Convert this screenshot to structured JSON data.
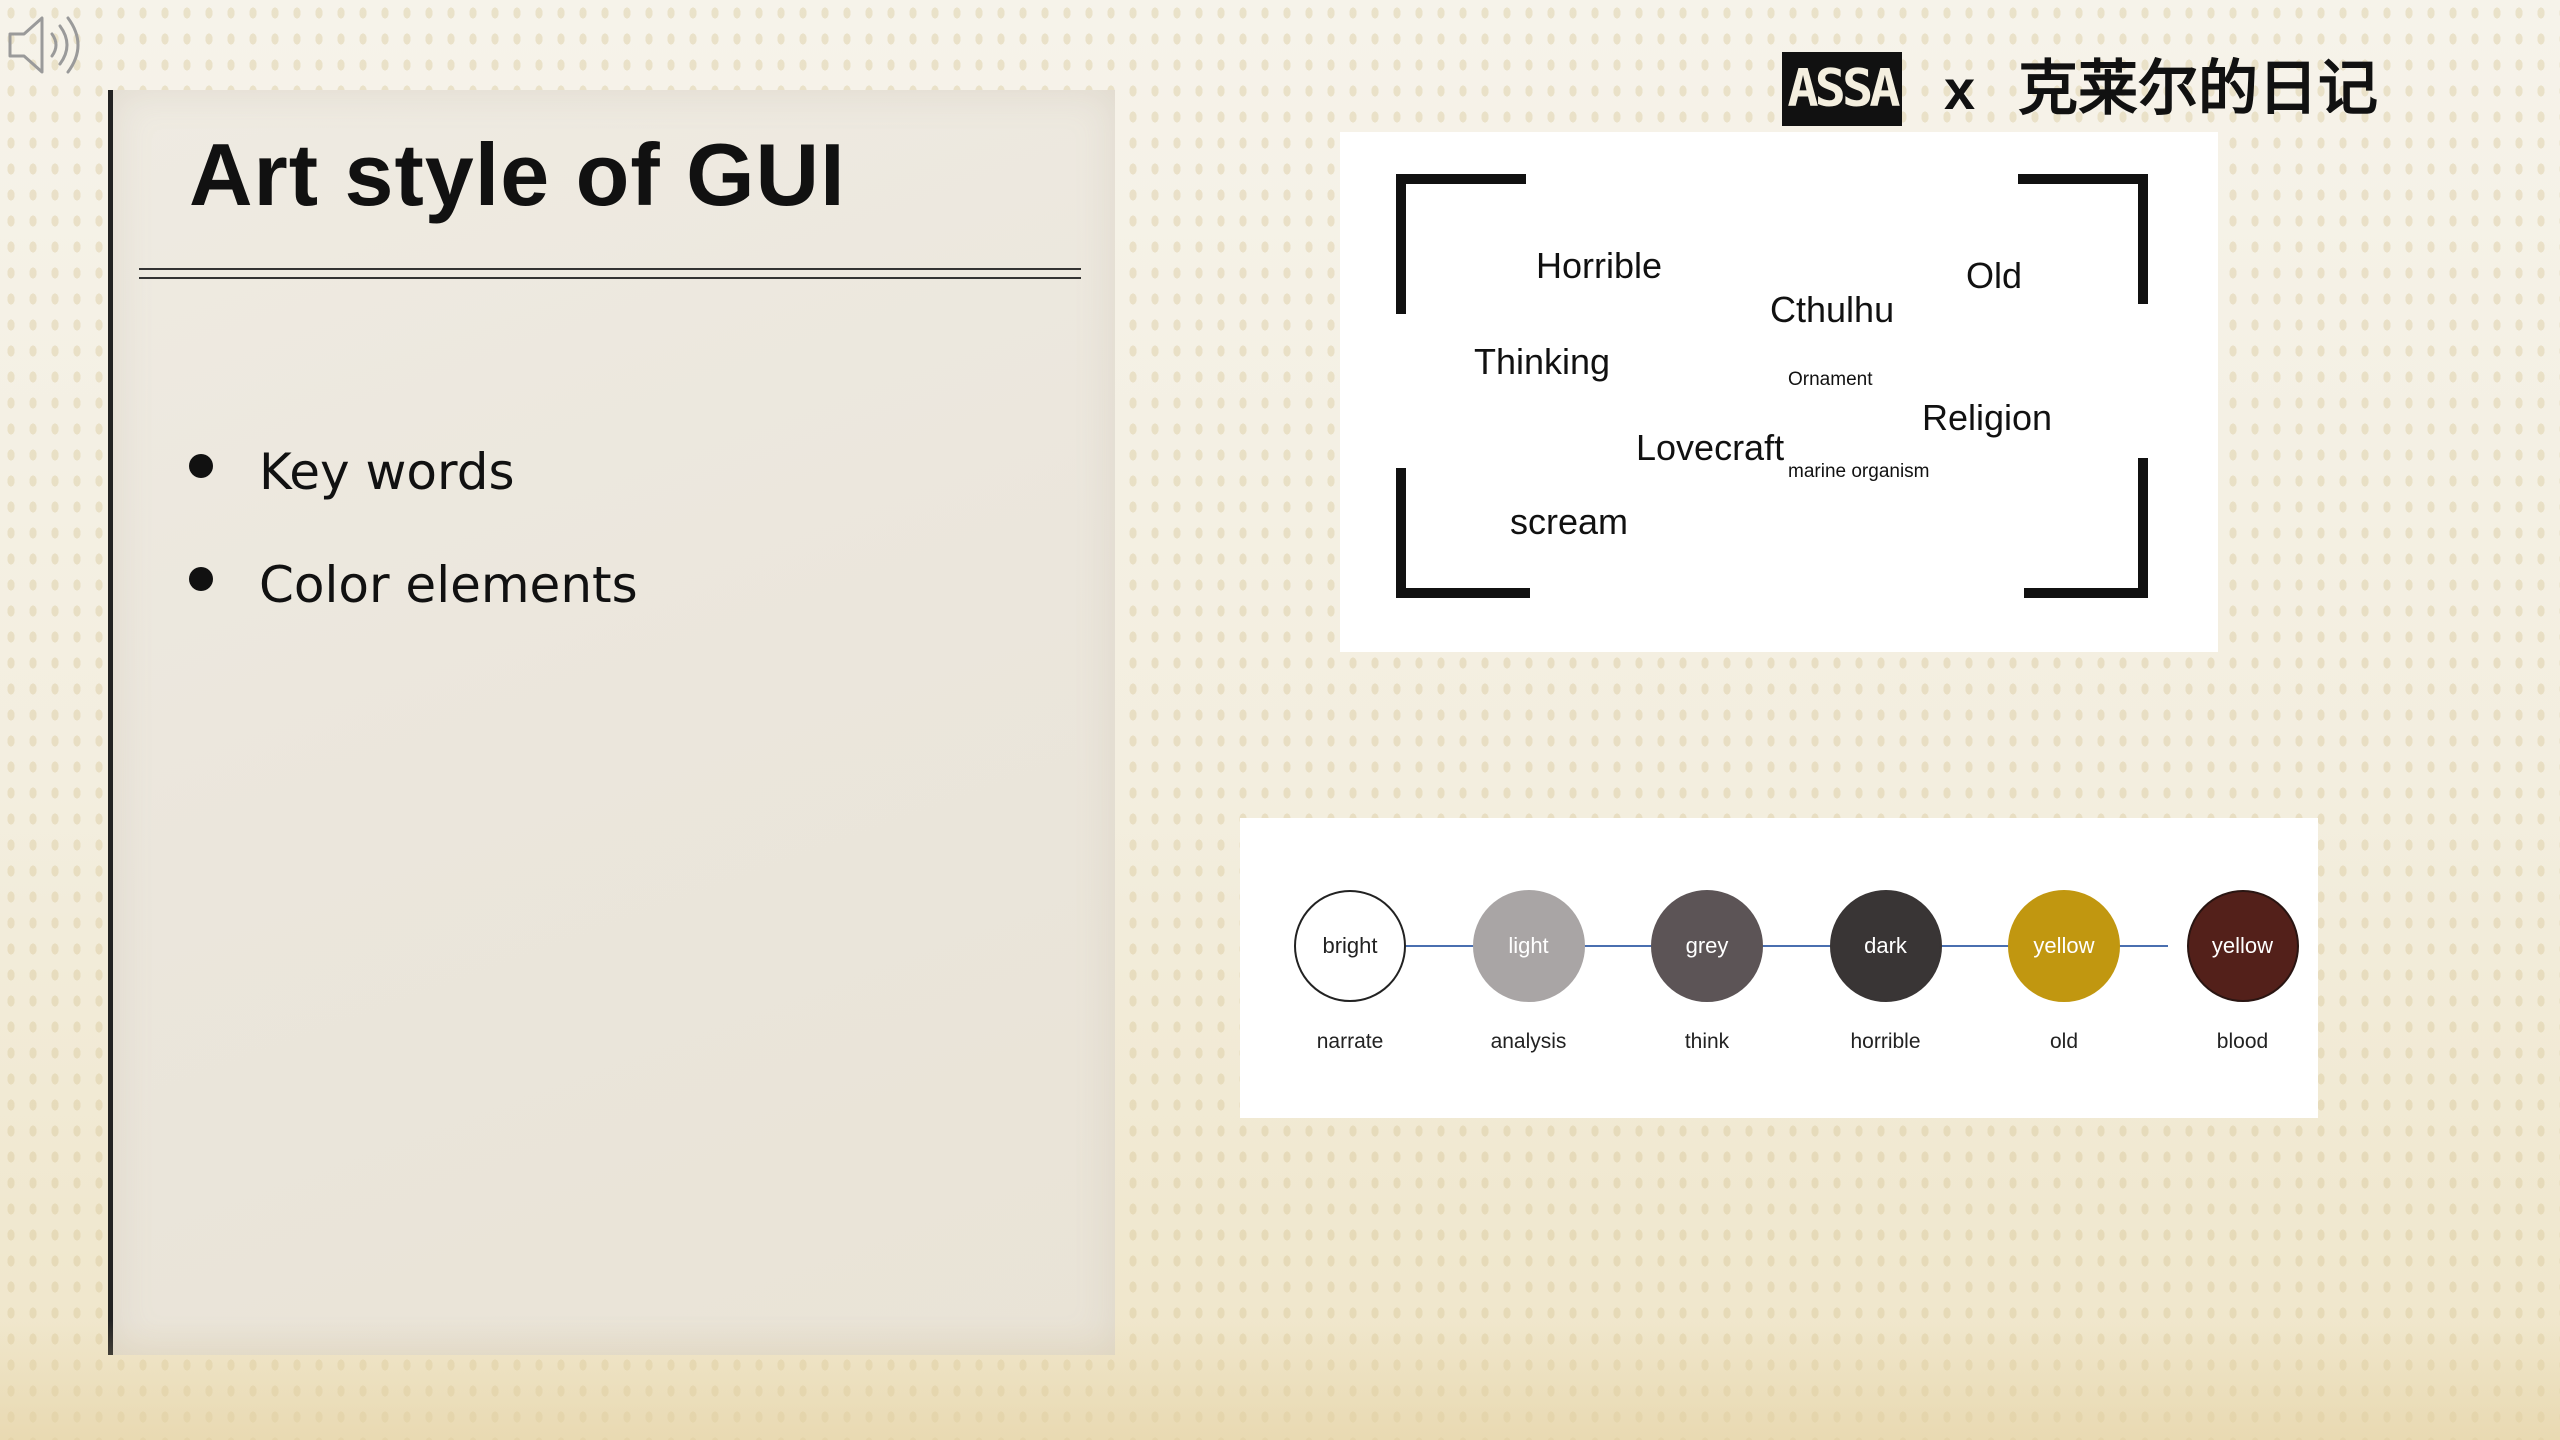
{
  "slide": {
    "title": "Art style of GUI",
    "bullets": [
      "Key words",
      "Color elements"
    ]
  },
  "brand": {
    "logo_text": "ASSA",
    "separator": "x",
    "partner_name": "克莱尔的日记"
  },
  "keywords": {
    "horrible": "Horrible",
    "old": "Old",
    "cthulhu": "Cthulhu",
    "thinking": "Thinking",
    "ornament": "Ornament",
    "religion": "Religion",
    "lovecraft": "Lovecraft",
    "marine": "marine organism",
    "scream": "scream"
  },
  "palette": [
    {
      "label": "bright",
      "caption": "narrate",
      "fill": "#ffffff",
      "stroke": "#222222",
      "text_color": "#222222"
    },
    {
      "label": "light",
      "caption": "analysis",
      "fill": "#a9a5a5",
      "stroke": "#a9a5a5",
      "text_color": "#ffffff"
    },
    {
      "label": "grey",
      "caption": "think",
      "fill": "#5c5456",
      "stroke": "#5c5456",
      "text_color": "#ffffff"
    },
    {
      "label": "dark",
      "caption": "horrible",
      "fill": "#393535",
      "stroke": "#393535",
      "text_color": "#ffffff"
    },
    {
      "label": "yellow",
      "caption": "old",
      "fill": "#c19710",
      "stroke": "#c19710",
      "text_color": "#ffffff"
    },
    {
      "label": "yellow",
      "caption": "blood",
      "fill": "#53201a",
      "stroke": "#2a1512",
      "text_color": "#ffffff"
    }
  ],
  "icons": {
    "speaker": "speaker-icon"
  }
}
